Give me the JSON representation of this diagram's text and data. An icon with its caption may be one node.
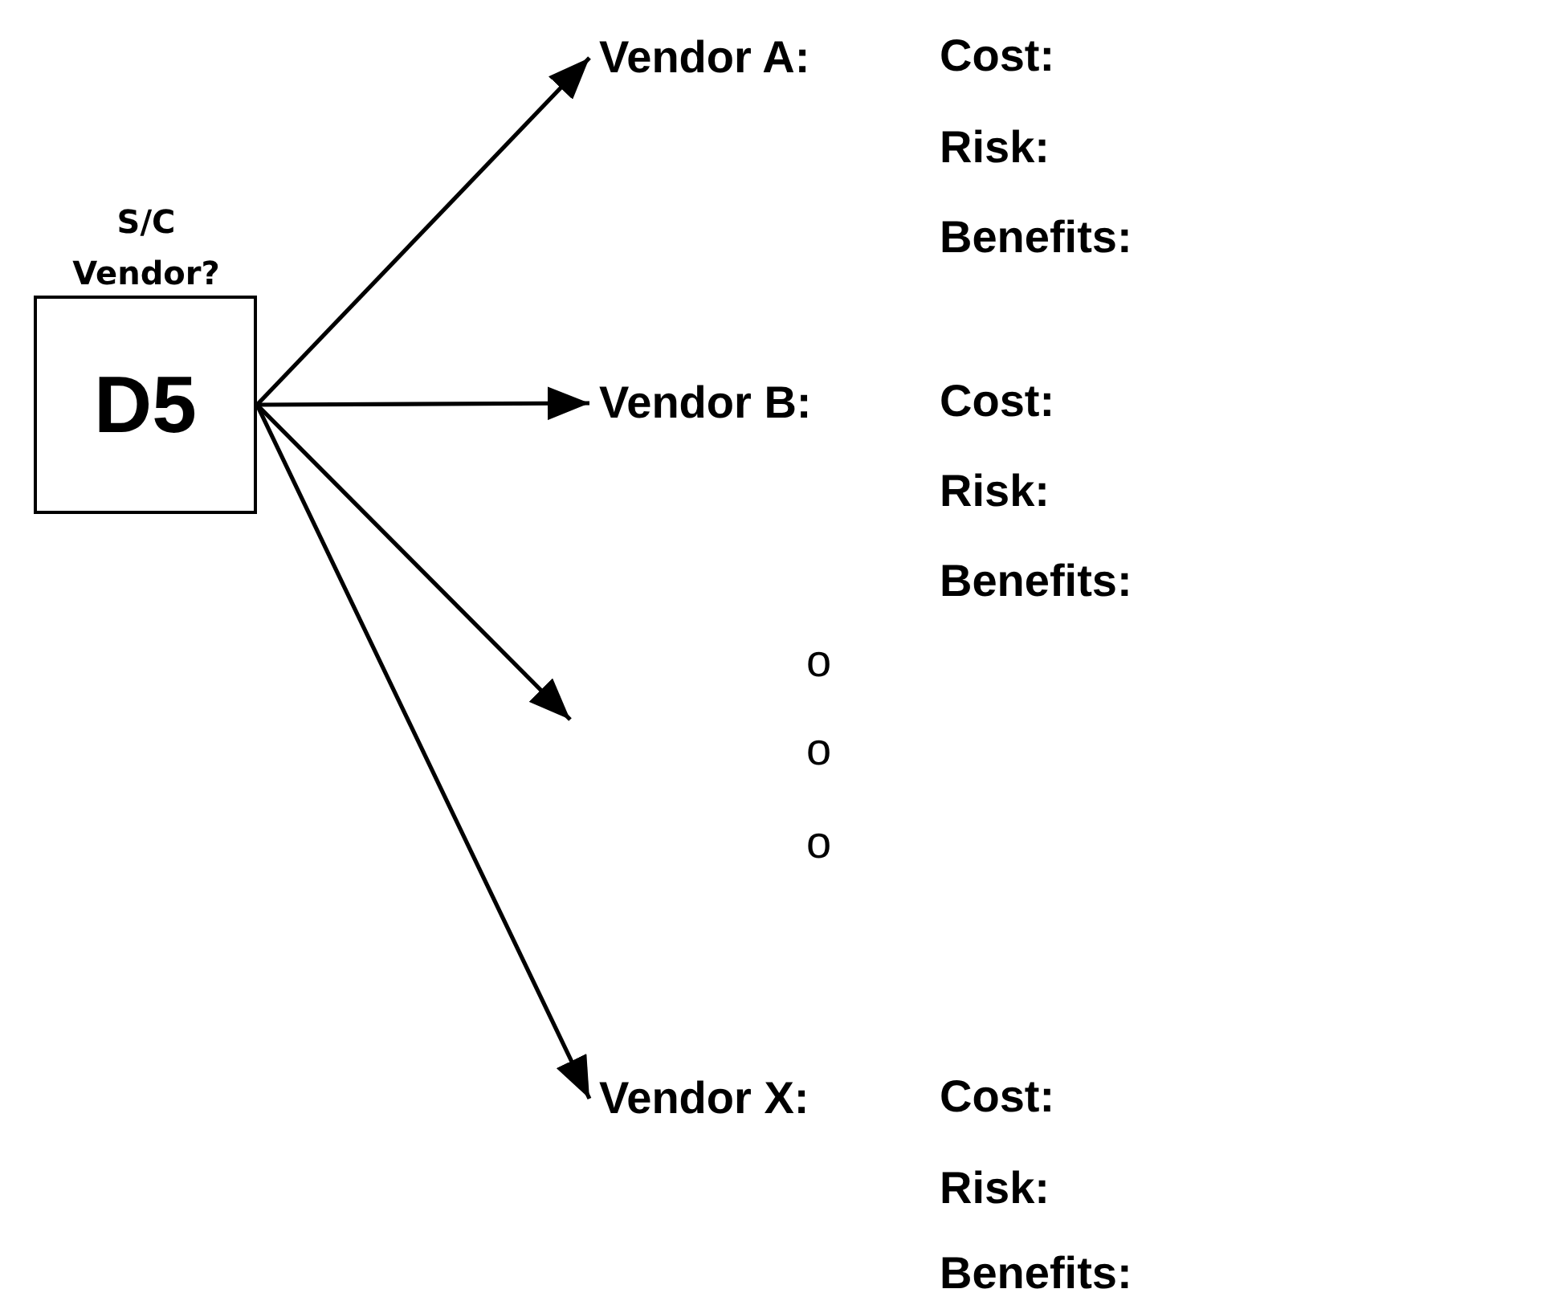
{
  "diagram": {
    "nodes": [
      {
        "text": [
          "S/C Vendor?",
          "D5"
        ]
      },
      {
        "text": [
          "Vendor A:"
        ]
      },
      {
        "text": [
          "Vendor B:"
        ]
      },
      {
        "text": [
          "Vendor X:"
        ]
      }
    ],
    "edges": [
      {
        "from": 0,
        "to": 1,
        "arrow": "to"
      },
      {
        "from": 0,
        "to": 2,
        "arrow": "to"
      },
      {
        "from": 0,
        "to": null,
        "arrow": "to"
      },
      {
        "from": 0,
        "to": 3,
        "arrow": "to"
      }
    ],
    "labels": [
      "Cost:",
      "**Risk**:",
      "**Benefits**:",
      "Cost:",
      "**Risk**:",
      "**Benefits**:",
      "o",
      "o",
      "o",
      "Cost:",
      "**Risk**:",
      "**Benefits**:"
    ]
  }
}
